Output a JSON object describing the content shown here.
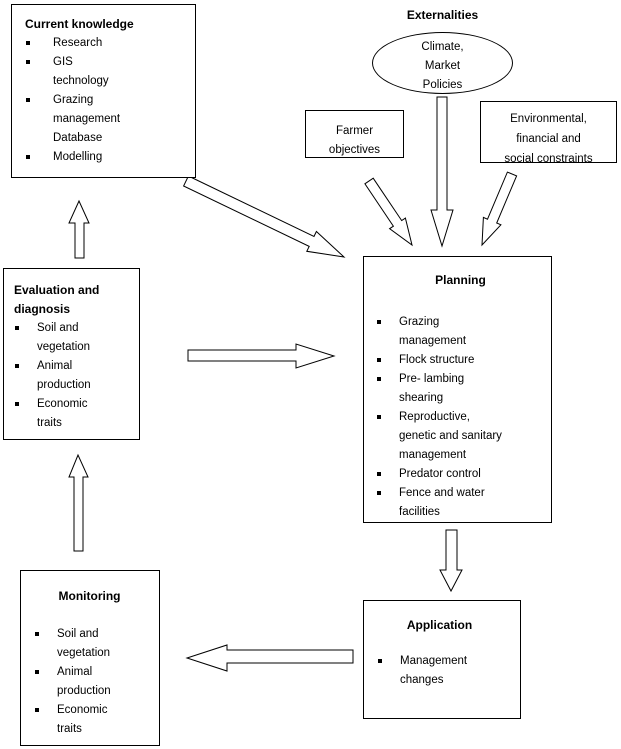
{
  "externalities": {
    "label": "Externalities",
    "ellipse_text": "Climate,\nMarket\nPolicies"
  },
  "farmer_objectives": {
    "text": "Farmer\nobjectives"
  },
  "constraints": {
    "text": "Environmental,\nfinancial and\nsocial constraints"
  },
  "current_knowledge": {
    "title": "Current knowledge",
    "bullets": [
      "Research",
      "GIS\ntechnology",
      "Grazing\nmanagement\nDatabase",
      "Modelling"
    ]
  },
  "evaluation": {
    "title": "Evaluation and\ndiagnosis",
    "bullets": [
      "Soil and\nvegetation",
      "Animal\nproduction",
      "Economic\ntraits"
    ]
  },
  "planning": {
    "title": "Planning",
    "bullets": [
      "Grazing\nmanagement",
      "Flock structure",
      "Pre- lambing\nshearing",
      "Reproductive,\ngenetic and sanitary\nmanagement",
      "Predator control",
      "Fence and water\nfacilities"
    ]
  },
  "monitoring": {
    "title": "Monitoring",
    "bullets": [
      "Soil and\nvegetation",
      "Animal\nproduction",
      "Economic\ntraits"
    ]
  },
  "application": {
    "title": "Application",
    "bullets": [
      "Management\nchanges"
    ]
  },
  "arrows": [
    {
      "from": "current-knowledge",
      "to": "planning"
    },
    {
      "from": "farmer-objectives",
      "to": "planning"
    },
    {
      "from": "externalities-ellipse",
      "to": "planning"
    },
    {
      "from": "constraints",
      "to": "planning"
    },
    {
      "from": "evaluation",
      "to": "planning"
    },
    {
      "from": "planning",
      "to": "application"
    },
    {
      "from": "application",
      "to": "monitoring"
    },
    {
      "from": "monitoring",
      "to": "evaluation"
    },
    {
      "from": "evaluation",
      "to": "current-knowledge"
    }
  ],
  "colors": {
    "ink": "#000000",
    "background": "#ffffff"
  }
}
